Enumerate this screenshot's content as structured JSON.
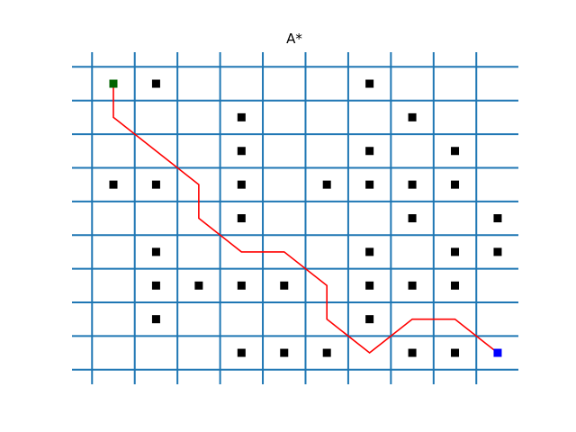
{
  "title": "A*",
  "colors": {
    "grid": "#1f77b4",
    "obstacle": "#000000",
    "start": "#006400",
    "goal": "#0000ff",
    "path": "#ff0000"
  },
  "grid": {
    "cols": 10,
    "rows": 9
  },
  "start": [
    0,
    0
  ],
  "goal": [
    9,
    8
  ],
  "obstacles": [
    [
      1,
      0
    ],
    [
      6,
      0
    ],
    [
      3,
      1
    ],
    [
      7,
      1
    ],
    [
      3,
      2
    ],
    [
      6,
      2
    ],
    [
      8,
      2
    ],
    [
      0,
      3
    ],
    [
      1,
      3
    ],
    [
      3,
      3
    ],
    [
      5,
      3
    ],
    [
      6,
      3
    ],
    [
      7,
      3
    ],
    [
      8,
      3
    ],
    [
      3,
      4
    ],
    [
      7,
      4
    ],
    [
      9,
      4
    ],
    [
      1,
      5
    ],
    [
      6,
      5
    ],
    [
      8,
      5
    ],
    [
      9,
      5
    ],
    [
      1,
      6
    ],
    [
      2,
      6
    ],
    [
      3,
      6
    ],
    [
      4,
      6
    ],
    [
      6,
      6
    ],
    [
      7,
      6
    ],
    [
      8,
      6
    ],
    [
      1,
      7
    ],
    [
      6,
      7
    ],
    [
      3,
      8
    ],
    [
      4,
      8
    ],
    [
      5,
      8
    ],
    [
      7,
      8
    ],
    [
      8,
      8
    ]
  ],
  "path": [
    [
      0,
      0
    ],
    [
      0,
      1
    ],
    [
      1,
      2
    ],
    [
      2,
      3
    ],
    [
      2,
      4
    ],
    [
      3,
      5
    ],
    [
      4,
      5
    ],
    [
      5,
      6
    ],
    [
      5,
      7
    ],
    [
      6,
      8
    ],
    [
      7,
      7
    ],
    [
      8,
      7
    ],
    [
      9,
      8
    ]
  ]
}
